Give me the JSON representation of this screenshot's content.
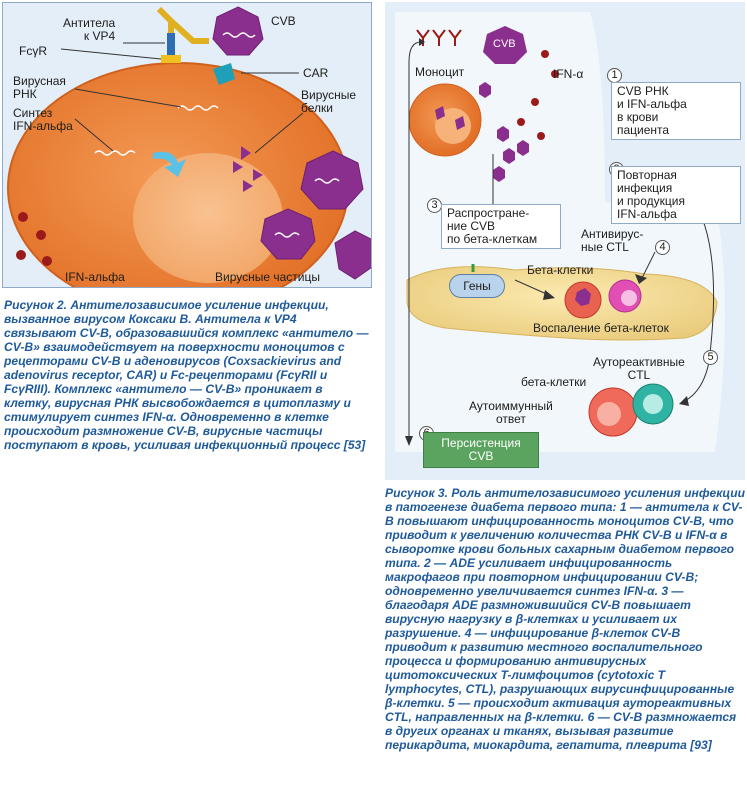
{
  "fig2": {
    "labels": {
      "antibody": "Антитела\nк VP4",
      "fcgr": "FcγR",
      "cvb": "CVB",
      "car": "CAR",
      "viral_rna": "Вирусная\nРНК",
      "ifn_synth": "Синтез\nIFN-альфа",
      "viral_proteins": "Вирусные\nбелки",
      "ifn_alpha": "IFN-альфа",
      "viral_particles": "Вирусные частицы"
    },
    "caption": "Рисунок 2. Антителозависимое усиление инфекции, вызванное вирусом Коксаки В. Антитела к VP4 связывают CV-B, образовавшийся комплекс «антитело — CV-B» взаимодействует на поверхности моноцитов с рецепторами CV-B и аденовирусов (Coxsackievirus and adenovirus receptor, CAR) и Fc-рецепторами (FcγRII и FcγRIII). Комплекс «антитело — CV-B» проникает в клетку, вирусная РНК высвобождается в цитоплазму и стимулирует синтез IFN-α. Одновременно в клетке происходит размножение CV-B, вирусные частицы поступают в кровь, усиливая инфекционный процесс [53]"
  },
  "fig3": {
    "labels": {
      "cvb": "CVB",
      "monocyte": "Моноцит",
      "ifn_alpha": "IFN-α",
      "antiviral_ctl": "Антивирус-\nные CTL",
      "beta_cells": "Бета-клетки",
      "genes": "Гены",
      "inflammation": "Воспаление бета-клеток",
      "autoreactive_ctl": "Аутореактивные\nCTL",
      "beta_cells_lower": "бета-клетки",
      "autoimmune": "Аутоиммунный\nответ"
    },
    "boxes": {
      "b1": "CVB РНК\nи IFN-альфа\nв крови\nпациента",
      "b2": "Повторная\nинфекция\nи продукция\nIFN-альфа",
      "b3": "Распростране-\nние CVB\nпо бета-клеткам",
      "b6": "Персистенция\nCVB"
    },
    "numbers": [
      "1",
      "2",
      "3",
      "4",
      "5",
      "6"
    ],
    "caption": "Рисунок 3. Роль антителозависимого усиления инфекции в патогенезе диабета первого типа: 1 — антитела к CV-B повышают инфицированность моноцитов CV-B, что приводит к увеличению количества РНК CV-B и IFN-α в сыворотке крови больных сахарным диабетом первого типа. 2 — ADE усиливает инфицированность макрофагов при повторном инфицировании CV-B; одновременно увеличивается синтез IFN-α. 3 — благодаря ADE размножившийся CV-B повышает вирусную нагрузку в β-клетках и усиливает их разрушение. 4 — инфицирование β-клеток CV-B приводит к развитию местного воспалительного процесса и формированию антивирусных цитотоксических T-лимфоцитов (cytotoxic T lymphocytes, CTL), разрушающих вирусинфицированные β-клетки. 5 — происходит активация аутореактивных CTL, направленных на β-клетки. 6 — CV-B размножается в других органах и тканях, вызывая развитие перикардита, миокардита, гепатита, плеврита [93]"
  },
  "colors": {
    "cell_orange": "#ec7f36",
    "nucleus": "#f7b27a",
    "virus_purple": "#8b2f8e",
    "caption_blue": "#1f5a9b",
    "panel_bg": "#e3eef8",
    "persist_green": "#5aa45f"
  }
}
